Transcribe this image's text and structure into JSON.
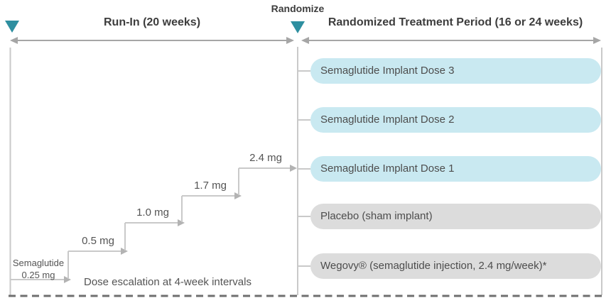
{
  "header": {
    "run_in_label": "Run-In (20 weeks)",
    "randomize_label": "Randomize",
    "treatment_label": "Randomized Treatment Period (16 or 24 weeks)"
  },
  "run_in": {
    "start_label_line1": "Semaglutide",
    "start_label_line2": "0.25 mg",
    "steps": [
      "0.5 mg",
      "1.0 mg",
      "1.7 mg",
      "2.4 mg"
    ],
    "caption": "Dose escalation at 4-week intervals"
  },
  "arms": [
    {
      "label": "Semaglutide Implant Dose 3",
      "type": "active-implant"
    },
    {
      "label": "Semaglutide Implant Dose 2",
      "type": "active-implant"
    },
    {
      "label": "Semaglutide Implant Dose 1",
      "type": "active-implant"
    },
    {
      "label": "Placebo (sham implant)",
      "type": "placebo"
    },
    {
      "label": "Wegovy® (semaglutide injection, 2.4 mg/week)*",
      "type": "active-comparator"
    }
  ],
  "colors": {
    "teal_marker": "#2e8fa0",
    "implant_box": "#c9e9f1",
    "control_box": "#dcdcdc",
    "line_gray": "#c9c9c9",
    "arrow_gray": "#a6a6a6",
    "dashed_baseline": "#6f6f6f",
    "heading_text": "#3d3d3d",
    "body_text": "#545454"
  }
}
